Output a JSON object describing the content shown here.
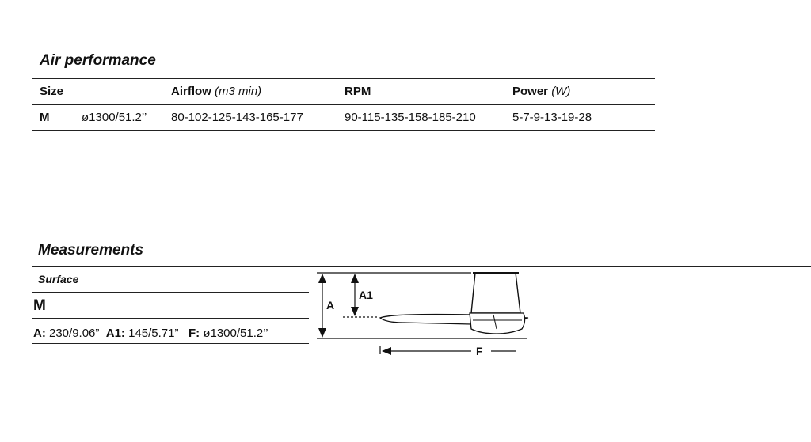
{
  "air": {
    "title": "Air performance",
    "headers": {
      "size": "Size",
      "airflow": "Airflow",
      "airflow_unit": "(m3 min)",
      "rpm": "RPM",
      "power": "Power",
      "power_unit": "(W)"
    },
    "row": {
      "size": "M",
      "diameter": "ø1300/51.2’’",
      "airflow": "80-102-125-143-165-177",
      "rpm": "90-115-135-158-185-210",
      "power": "5-7-9-13-19-28"
    }
  },
  "measurements": {
    "title": "Measurements",
    "surface_label": "Surface",
    "size": "M",
    "a_label": "A:",
    "a_value": "230/9.06”",
    "a1_label": "A1:",
    "a1_value": "145/5.71”",
    "f_label": "F:",
    "f_value": "ø1300/51.2’’"
  },
  "diagram": {
    "label_a": "A",
    "label_a1": "A1",
    "label_f": "F"
  }
}
